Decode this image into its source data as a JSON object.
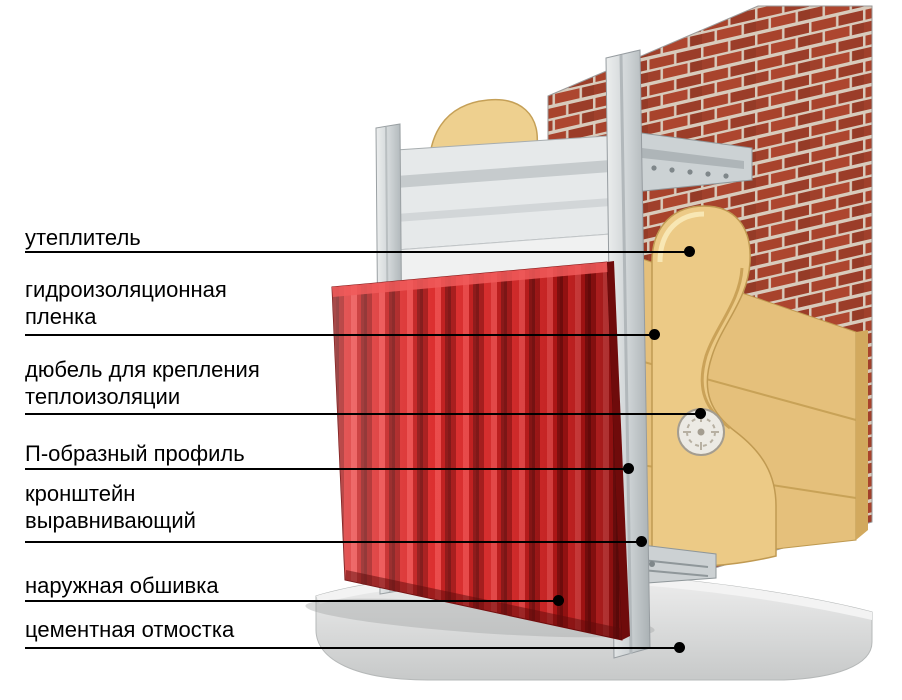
{
  "diagram": {
    "labels": [
      {
        "id": "insulation",
        "text": "утеплитель"
      },
      {
        "id": "waterproof-film",
        "text": "гидроизоляционная\nпленка"
      },
      {
        "id": "dowel",
        "text": "дюбель для крепления\nтеплоизоляции"
      },
      {
        "id": "u-profile",
        "text": "П-образный профиль"
      },
      {
        "id": "leveling-bracket",
        "text": "кронштейн\nвыравнивающий"
      },
      {
        "id": "outer-cladding",
        "text": "наружная обшивка"
      },
      {
        "id": "cement-blind-area",
        "text": "цементная отмостка"
      }
    ],
    "colors": {
      "label_text": "#000000",
      "leader_line": "#000000",
      "cladding_red": "#c41717",
      "insulation_yellow": "#ecca86",
      "brick_red": "#a8432c",
      "mortar": "#d8cbbc",
      "metal_gray": "#cfd4d6",
      "slab_gray": "#d9dada",
      "background": "#ffffff"
    }
  }
}
